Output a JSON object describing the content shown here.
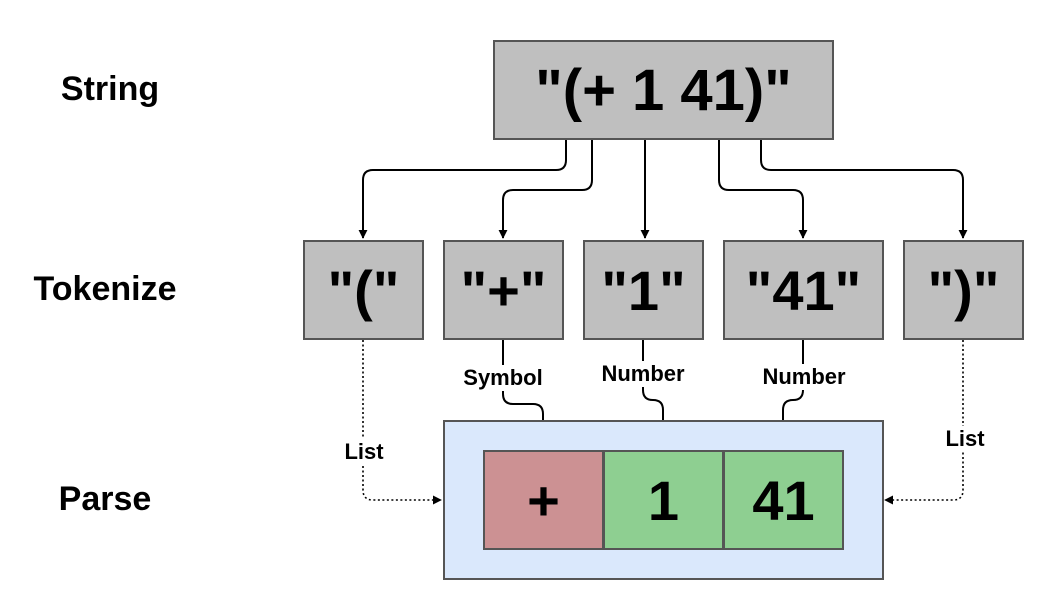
{
  "rows": {
    "string": "String",
    "tokenize": "Tokenize",
    "parse": "Parse"
  },
  "source": "\"(+ 1 41)\"",
  "tokens": [
    "\"(\"",
    "\"+\"",
    "\"1\"",
    "\"41\"",
    "\")\""
  ],
  "connector_labels": {
    "symbol": "Symbol",
    "number_1": "Number",
    "number_2": "Number",
    "list_left": "List",
    "list_right": "List"
  },
  "parsed": [
    "+",
    "1",
    "41"
  ],
  "colors": {
    "box_gray": "#bfbfbf",
    "container_blue": "#dae8fc",
    "symbol_red": "#cc9193",
    "number_green": "#8ecf91",
    "wire": "#000000"
  }
}
